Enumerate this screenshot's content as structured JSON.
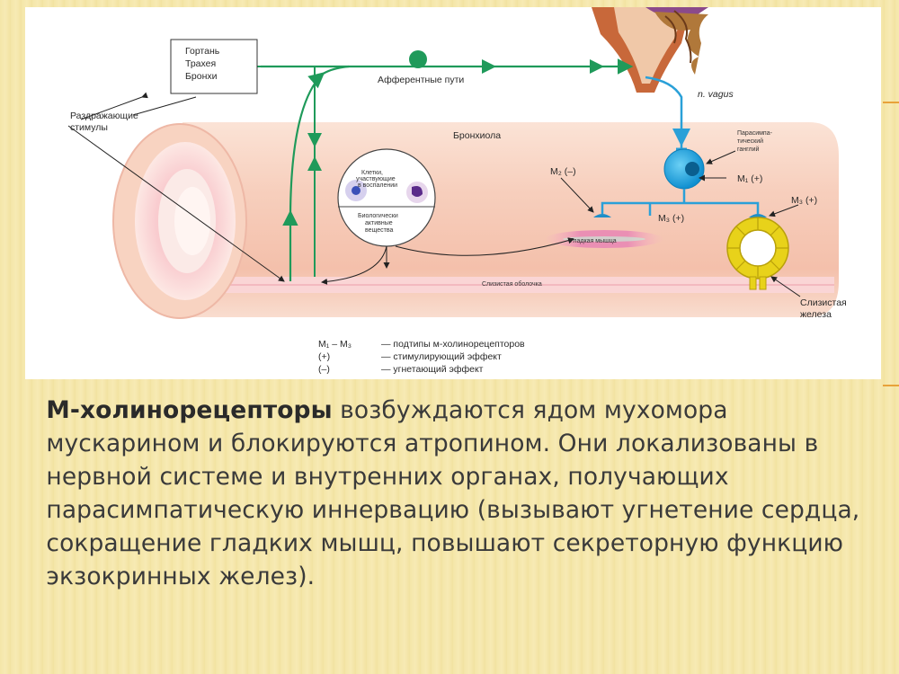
{
  "diagram": {
    "label_larynx": "Гортань",
    "label_trachea": "Трахея",
    "label_bronchi": "Бронхи",
    "label_stimuli_1": "Раздражающие",
    "label_stimuli_2": "стимулы",
    "label_afferent": "Афферентные пути",
    "label_vagus": "n. vagus",
    "label_bronchiole": "Бронхиола",
    "label_ganglion_1": "Парасимпа-",
    "label_ganglion_2": "тический",
    "label_ganglion_3": "ганглий",
    "label_m1": "M₁ (+)",
    "label_m2": "M₂ (–)",
    "label_m3_a": "M₃ (+)",
    "label_m3_b": "M₃ (+)",
    "label_cells_1": "Клетки,",
    "label_cells_2": "участвующие",
    "label_cells_3": "в воспалении",
    "label_bio_1": "Биологически",
    "label_bio_2": "активные",
    "label_bio_3": "вещества",
    "label_smooth_muscle": "Гладкая мышца",
    "label_mucosa": "Слизистая оболочка",
    "label_gland_1": "Слизистая",
    "label_gland_2": "железа",
    "legend_1_key": "M₁ – M₃",
    "legend_1_text": "— подтипы м-холинорецепторов",
    "legend_2_key": "(+)",
    "legend_2_text": "— стимулирующий эффект",
    "legend_3_key": "(–)",
    "legend_3_text": "— угнетающий эффект"
  },
  "text": {
    "bullet_glyph": "",
    "bold_term": "М-холинорецепторы",
    "body": " возбуждаются ядом мухомора мускарином и блокируются атропином. Они локализованы в нервной системе и внутренних органах, получающих парасимпатическую иннервацию (вызывают угнетение сердца, сокращение гладких мышц, повышают секреторную функцию экзокринных желез)."
  },
  "colors": {
    "pathway_green": "#1f9a5a",
    "vagus_blue": "#2aa0d8",
    "tube_pink": "#f6c7b4",
    "gland_yellow": "#e8d21a"
  }
}
